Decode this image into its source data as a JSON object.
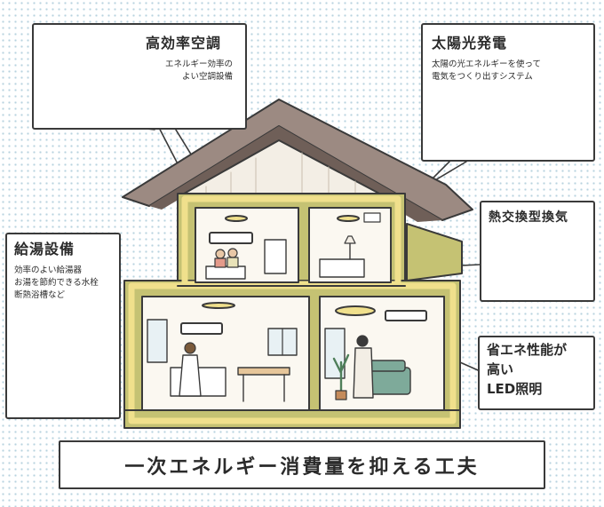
{
  "air_conditioner": {
    "title": "高効率空調",
    "desc_lines": [
      "エネルギー効率の",
      "よい空調設備"
    ]
  },
  "solar": {
    "title": "太陽光発電",
    "desc_lines": [
      "太陽の光エネルギーを使って",
      "電気をつくり出すシステム"
    ]
  },
  "ventilation": {
    "title": "熱交換型換気"
  },
  "water_heating": {
    "title": "給湯設備",
    "desc_lines": [
      "効率のよい給湯器",
      "お湯を節約できる水栓",
      "断熱浴槽など"
    ]
  },
  "led": {
    "title_lines": [
      "省エネ性能が",
      "高い",
      "LED照明"
    ]
  },
  "banner": {
    "text": "一次エネルギー消費量を抑える工夫"
  },
  "colors": {
    "wall_olive": "#c5c273",
    "insulation_yellow": "#f0e08c",
    "roof": "#9c8a82",
    "roof_dark": "#6f5f58",
    "gable": "#f3eee5",
    "interior": "#fbf8f1",
    "dot_blue": "#b8d3df",
    "sofa_green": "#7eaa9a",
    "outline": "#3a3a3a"
  }
}
